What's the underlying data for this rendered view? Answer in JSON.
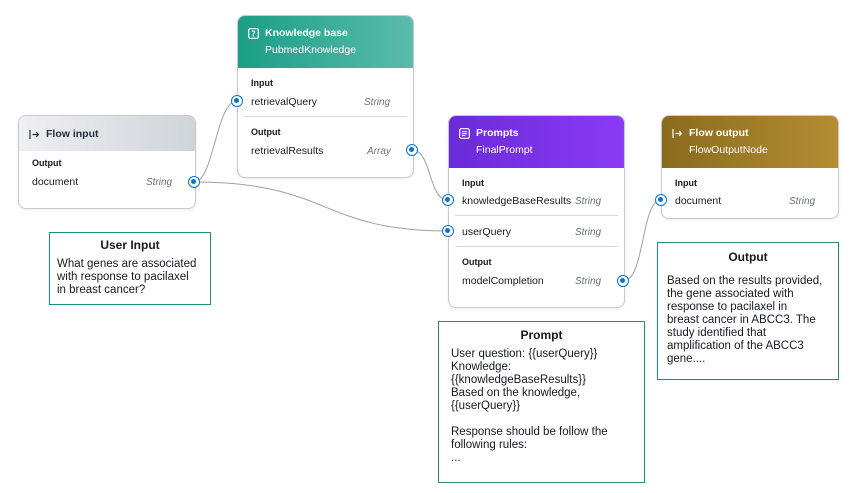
{
  "colors": {
    "wire": "#9aa1a8",
    "port": "#0972d3",
    "knowledge_base_header": "#1b9e86",
    "prompts_header": "#7b2ff0",
    "flow_output_header": "#8a6b1d",
    "flow_input_header": "#d5d9de",
    "note_border": "#1e8f78"
  },
  "nodes": {
    "flow_input": {
      "icon": "flow-input-icon",
      "title": "Flow input",
      "output_label": "Output",
      "outputs": [
        {
          "name": "document",
          "type": "String"
        }
      ]
    },
    "knowledge_base": {
      "icon": "knowledge-base-icon",
      "title": "Knowledge base",
      "subtitle": "PubmedKnowledge",
      "input_label": "Input",
      "inputs": [
        {
          "name": "retrievalQuery",
          "type": "String"
        }
      ],
      "output_label": "Output",
      "outputs": [
        {
          "name": "retrievalResults",
          "type": "Array"
        }
      ]
    },
    "prompts": {
      "icon": "prompts-icon",
      "title": "Prompts",
      "subtitle": "FinalPrompt",
      "input_label": "Input",
      "inputs": [
        {
          "name": "knowledgeBaseResults",
          "type": "String"
        },
        {
          "name": "userQuery",
          "type": "String"
        }
      ],
      "output_label": "Output",
      "outputs": [
        {
          "name": "modelCompletion",
          "type": "String"
        }
      ]
    },
    "flow_output": {
      "icon": "flow-output-icon",
      "title": "Flow output",
      "subtitle": "FlowOutputNode",
      "input_label": "Input",
      "inputs": [
        {
          "name": "document",
          "type": "String"
        }
      ]
    }
  },
  "notes": {
    "user_input": {
      "title": "User Input",
      "body": "What genes are associated\nwith response to pacilaxel\nin breast cancer?"
    },
    "prompt": {
      "title": "Prompt",
      "body": "User question: {{userQuery}}\nKnowledge:\n{{knowledgeBaseResults}}\nBased on the knowledge,\n{{userQuery}}\n\nResponse should be follow the\nfollowing rules:\n..."
    },
    "output": {
      "title": "Output",
      "body": "Based on the results provided,\nthe gene associated with\nresponse to pacilaxel in\nbreast cancer in ABCC3. The\nstudy identified that\namplification of the ABCC3\ngene...."
    }
  }
}
